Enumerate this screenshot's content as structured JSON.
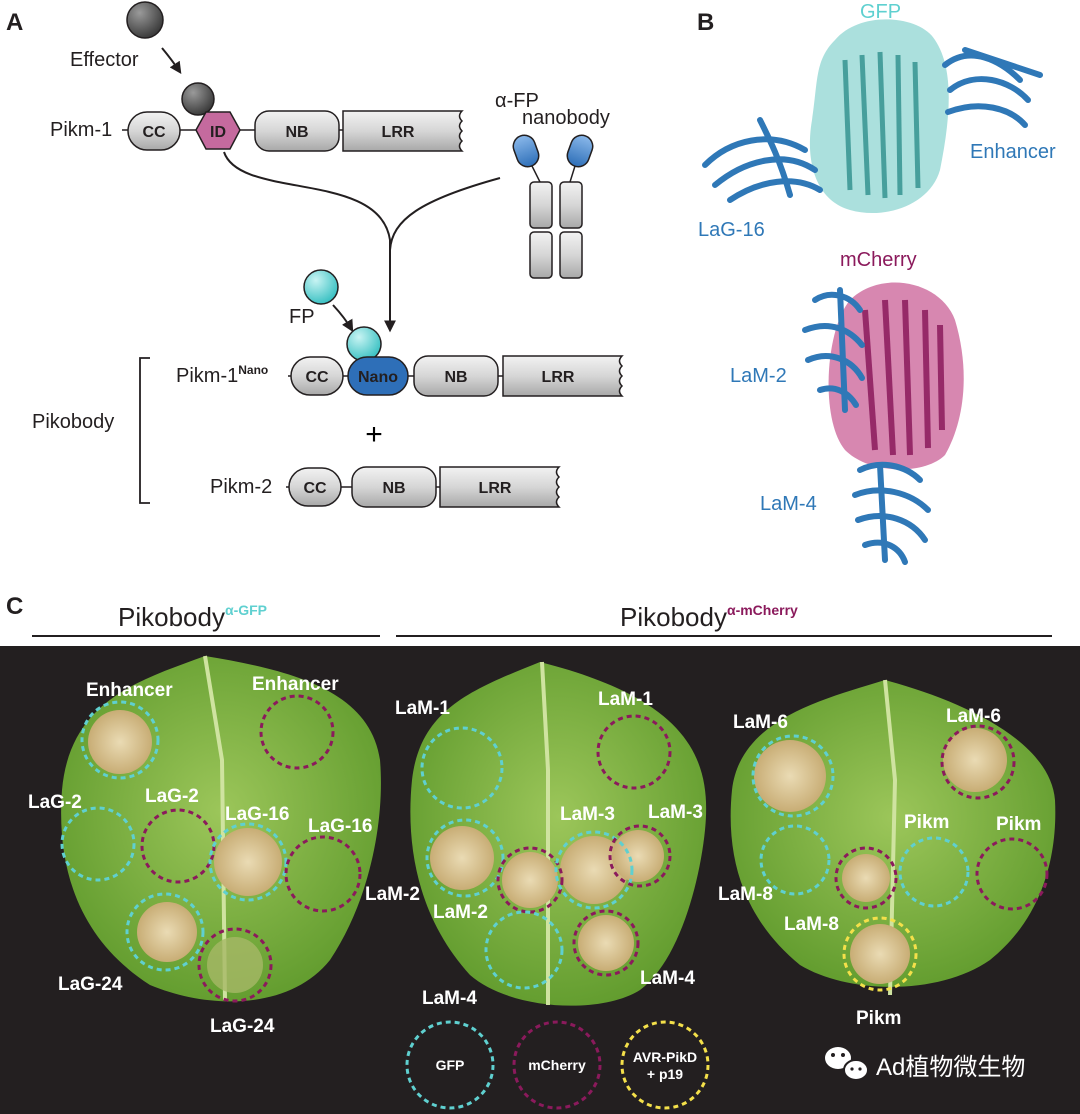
{
  "panels": {
    "a": "A",
    "b": "B",
    "c": "C"
  },
  "panel_a": {
    "effector": "Effector",
    "pikm1": "Pikm-1",
    "fp": "FP",
    "nanobody_line1": "α-FP",
    "nanobody_line2": "nanobody",
    "pikm1nano": "Pikm-1",
    "pikm1nano_sup": "Nano",
    "pikobody": "Pikobody",
    "plus": "+",
    "pikm2": "Pikm-2",
    "domains": {
      "cc": "CC",
      "id": "ID",
      "nb": "NB",
      "lrr": "LRR",
      "nano": "Nano"
    }
  },
  "panel_b": {
    "gfp": "GFP",
    "enhancer": "Enhancer",
    "lag16": "LaG-16",
    "mcherry": "mCherry",
    "lam2": "LaM-2",
    "lam4": "LaM-4"
  },
  "panel_c": {
    "header_gfp": "Pikobody",
    "header_gfp_sup": "α-GFP",
    "header_mcherry": "Pikobody",
    "header_mcherry_sup": "α-mCherry",
    "leaf1": {
      "enhancer_l": "Enhancer",
      "enhancer_r": "Enhancer",
      "lag2_l": "LaG-2",
      "lag2_r": "LaG-2",
      "lag16_l": "LaG-16",
      "lag16_r": "LaG-16",
      "lag24_l": "LaG-24",
      "lag24_r": "LaG-24"
    },
    "leaf2": {
      "lam1_l": "LaM-1",
      "lam1_r": "LaM-1",
      "lam3_l": "LaM-3",
      "lam3_r": "LaM-3",
      "lam2_a": "LaM-2",
      "lam2_b": "LaM-2",
      "lam4_l": "LaM-4",
      "lam4_r": "LaM-4"
    },
    "leaf3": {
      "lam6_l": "LaM-6",
      "lam6_r": "LaM-6",
      "pikm_l": "Pikm",
      "pikm_r": "Pikm",
      "lam8_a": "LaM-8",
      "lam8_b": "LaM-8",
      "pikm_bottom": "Pikm"
    },
    "legend": {
      "gfp": "GFP",
      "mcherry": "mCherry",
      "avr_line1": "AVR-PikD",
      "avr_line2": "+ p19"
    },
    "watermark": "Ad植物微生物"
  },
  "colors": {
    "gfp_cyan": "#5fd0d0",
    "mcherry_purple": "#8b1a5c",
    "id_pink": "#c56a9e",
    "nano_blue": "#2e6fb8",
    "nanobody_ribbon": "#2f78b7",
    "gfp_surface": "#8fd6d2",
    "mcherry_surface": "#c6548e",
    "leaf_green": "#7fb13a",
    "lesion_tan": "#dcc79b",
    "avr_yellow": "#f4e04a",
    "background_dark": "#231f20"
  }
}
